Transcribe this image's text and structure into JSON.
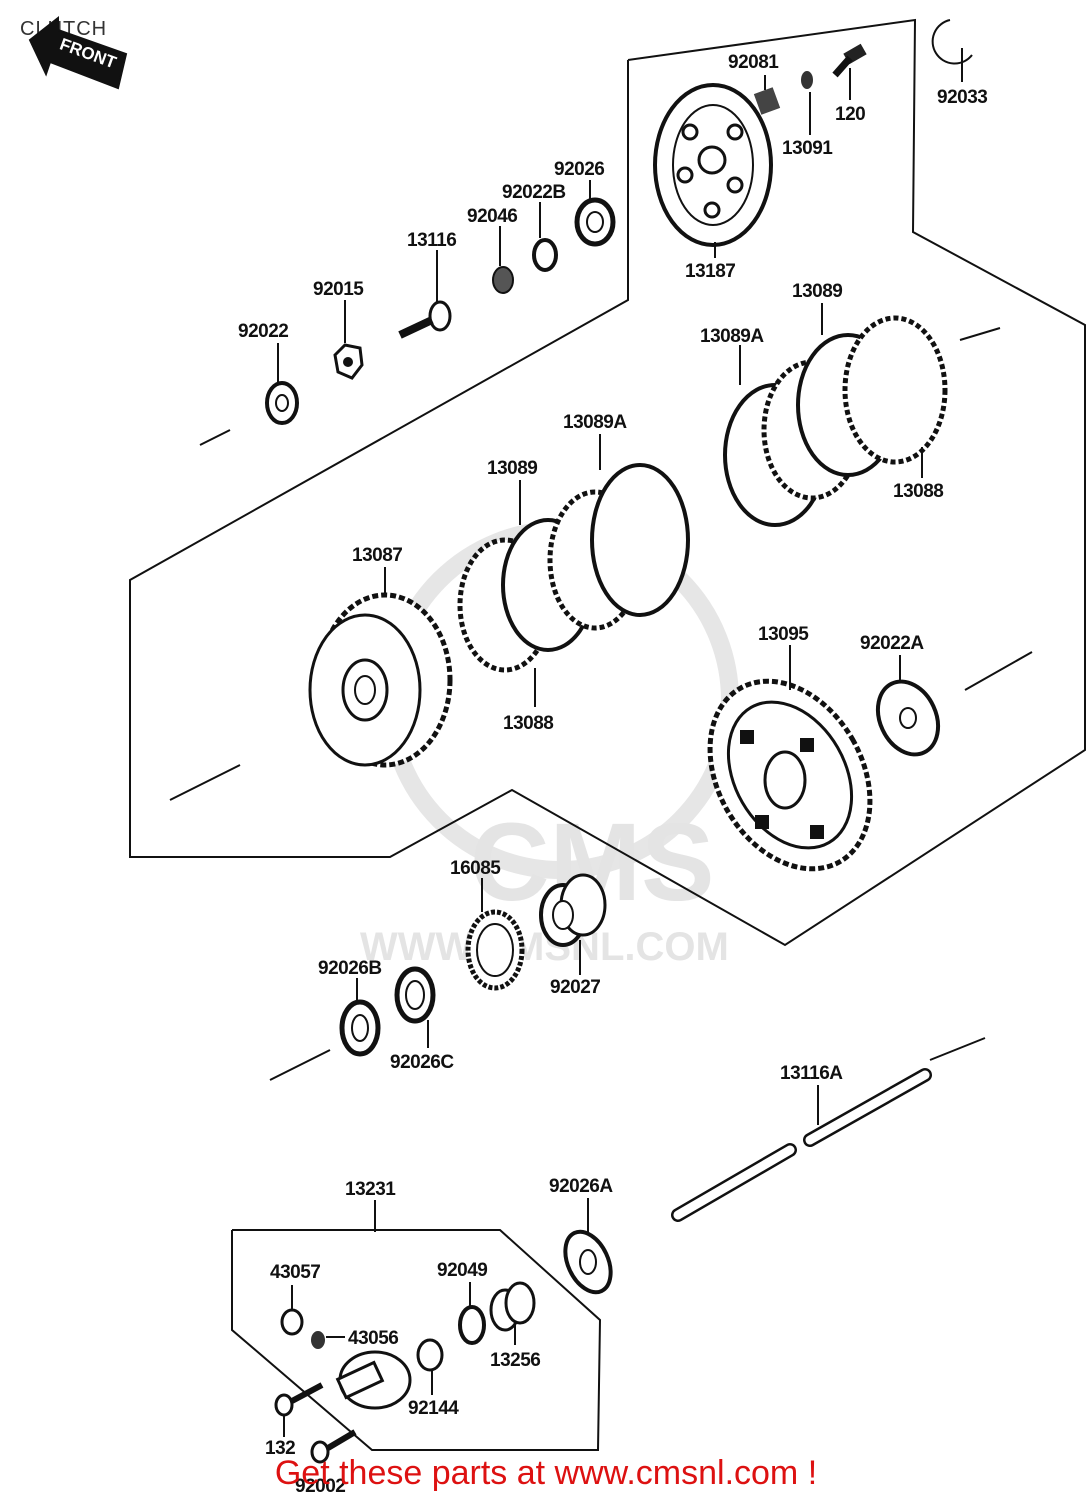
{
  "title": "CLUTCH",
  "front_arrow_label": "FRONT",
  "watermark": {
    "brand": "CMS",
    "url": "WWW.CMSNL.COM"
  },
  "footer": "Get these parts at www.cmsnl.com !",
  "colors": {
    "footer": "#dd1111",
    "lines": "#111111",
    "watermark": "#e4e4e4"
  },
  "parts": {
    "p92081": "92081",
    "p120": "120",
    "p92033": "92033",
    "p13091": "13091",
    "p13187": "13187",
    "p92026": "92026",
    "p92022B": "92022B",
    "p92046": "92046",
    "p13116": "13116",
    "p92015": "92015",
    "p92022": "92022",
    "p13089_top": "13089",
    "p13089A_top": "13089A",
    "p13088_right": "13088",
    "p13089A_mid": "13089A",
    "p13089_mid": "13089",
    "p13087": "13087",
    "p13088_mid": "13088",
    "p13095": "13095",
    "p92022A": "92022A",
    "p16085": "16085",
    "p92026B": "92026B",
    "p92027": "92027",
    "p92026C": "92026C",
    "p13116A": "13116A",
    "p13231": "13231",
    "p92026A": "92026A",
    "p43057": "43057",
    "p92049": "92049",
    "p43056": "43056",
    "p13256": "13256",
    "p92144": "92144",
    "p132": "132",
    "p92002": "92002"
  }
}
